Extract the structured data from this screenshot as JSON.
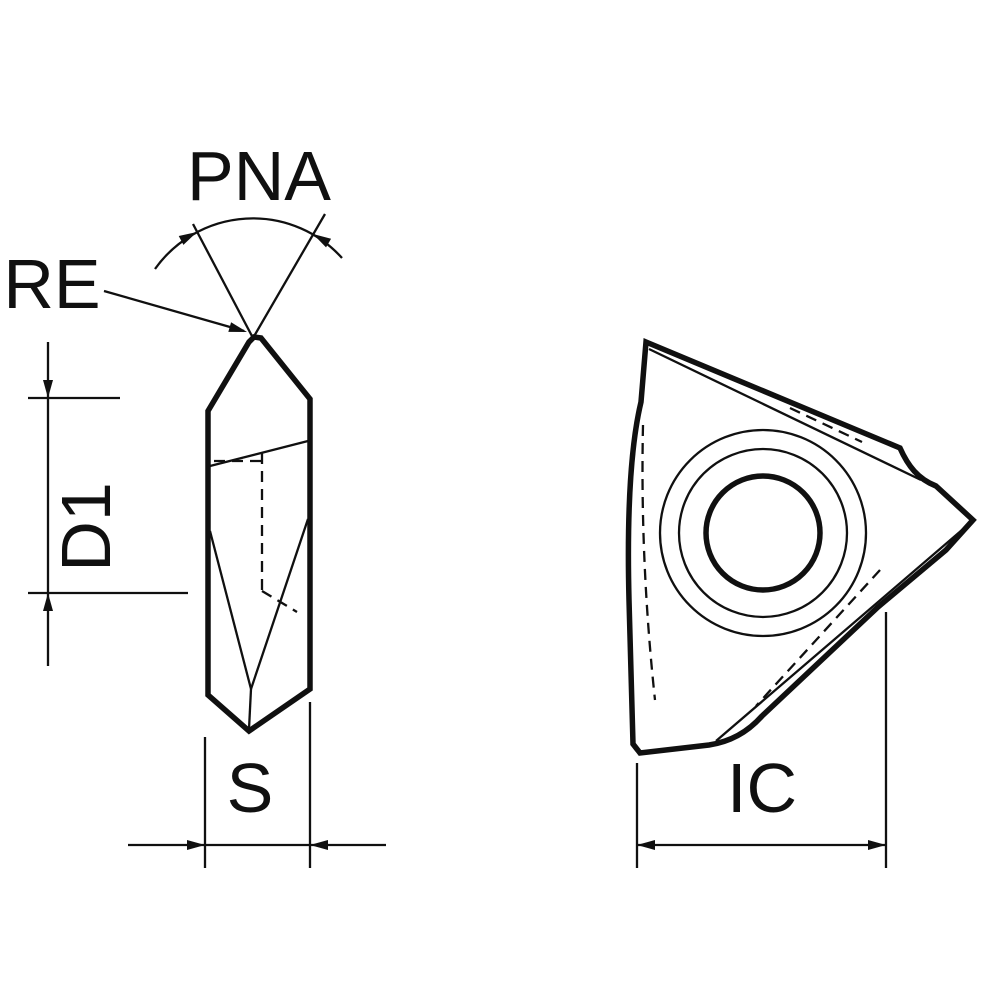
{
  "drawing": {
    "labels": {
      "pna": "PNA",
      "re": "RE",
      "d1": "D1",
      "s": "S",
      "ic": "IC"
    },
    "colors": {
      "line": "#101010",
      "background": "#ffffff"
    }
  }
}
